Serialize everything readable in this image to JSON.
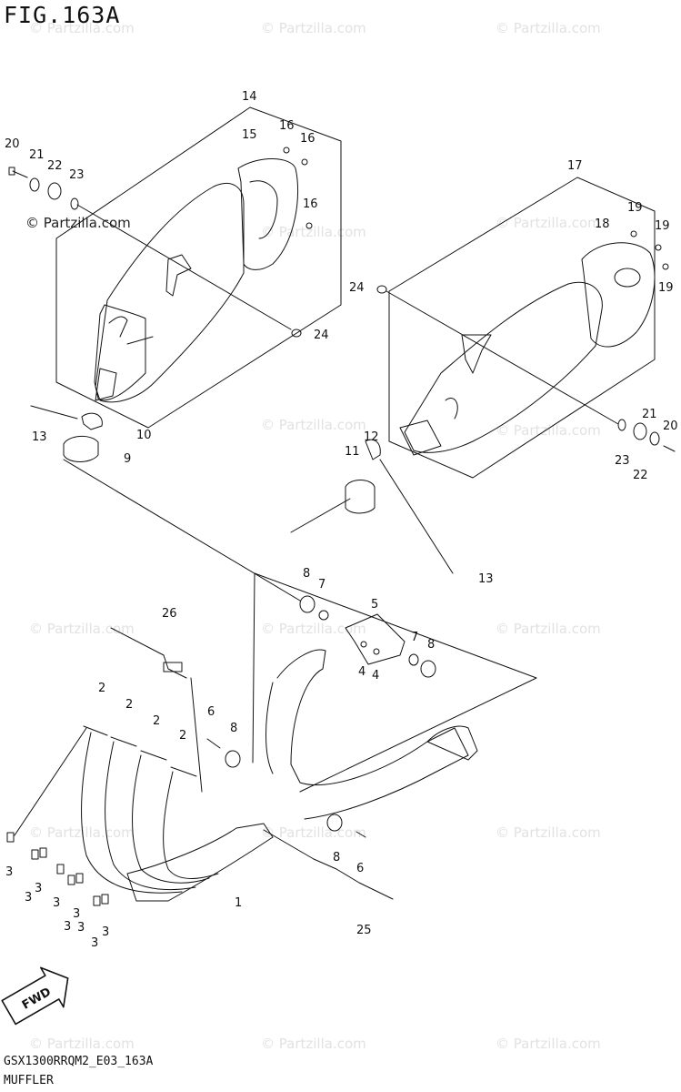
{
  "figure": {
    "title": "FIG.163A",
    "model_code": "GSX1300RRQM2_E03_163A",
    "section_name": "MUFFLER"
  },
  "watermark": {
    "text": "© Partzilla.com"
  },
  "fwd_label": "FWD",
  "callouts": [
    {
      "id": "c14",
      "label": "14"
    },
    {
      "id": "c15",
      "label": "15"
    },
    {
      "id": "c16a",
      "label": "16"
    },
    {
      "id": "c16b",
      "label": "16"
    },
    {
      "id": "c16c",
      "label": "16"
    },
    {
      "id": "c20a",
      "label": "20"
    },
    {
      "id": "c21a",
      "label": "21"
    },
    {
      "id": "c22a",
      "label": "22"
    },
    {
      "id": "c23a",
      "label": "23"
    },
    {
      "id": "c24a",
      "label": "24"
    },
    {
      "id": "c17",
      "label": "17"
    },
    {
      "id": "c18",
      "label": "18"
    },
    {
      "id": "c19a",
      "label": "19"
    },
    {
      "id": "c19b",
      "label": "19"
    },
    {
      "id": "c19c",
      "label": "19"
    },
    {
      "id": "c24b",
      "label": "24"
    },
    {
      "id": "c20b",
      "label": "20"
    },
    {
      "id": "c21b",
      "label": "21"
    },
    {
      "id": "c22b",
      "label": "22"
    },
    {
      "id": "c23b",
      "label": "23"
    },
    {
      "id": "c13a",
      "label": "13"
    },
    {
      "id": "c10",
      "label": "10"
    },
    {
      "id": "c9",
      "label": "9"
    },
    {
      "id": "c11",
      "label": "11"
    },
    {
      "id": "c12",
      "label": "12"
    },
    {
      "id": "c13b",
      "label": "13"
    },
    {
      "id": "c8a",
      "label": "8"
    },
    {
      "id": "c7a",
      "label": "7"
    },
    {
      "id": "c5",
      "label": "5"
    },
    {
      "id": "c7b",
      "label": "7"
    },
    {
      "id": "c8b",
      "label": "8"
    },
    {
      "id": "c4a",
      "label": "4"
    },
    {
      "id": "c4b",
      "label": "4"
    },
    {
      "id": "c26",
      "label": "26"
    },
    {
      "id": "c2a",
      "label": "2"
    },
    {
      "id": "c2b",
      "label": "2"
    },
    {
      "id": "c2c",
      "label": "2"
    },
    {
      "id": "c2d",
      "label": "2"
    },
    {
      "id": "c6a",
      "label": "6"
    },
    {
      "id": "c8c",
      "label": "8"
    },
    {
      "id": "c8d",
      "label": "8"
    },
    {
      "id": "c6b",
      "label": "6"
    },
    {
      "id": "c1",
      "label": "1"
    },
    {
      "id": "c25",
      "label": "25"
    },
    {
      "id": "c3a",
      "label": "3"
    },
    {
      "id": "c3b",
      "label": "3"
    },
    {
      "id": "c3c",
      "label": "3"
    },
    {
      "id": "c3d",
      "label": "3"
    },
    {
      "id": "c3e",
      "label": "3"
    },
    {
      "id": "c3f",
      "label": "3"
    },
    {
      "id": "c3g",
      "label": "3"
    },
    {
      "id": "c3h",
      "label": "3"
    },
    {
      "id": "c3i",
      "label": "3"
    }
  ]
}
